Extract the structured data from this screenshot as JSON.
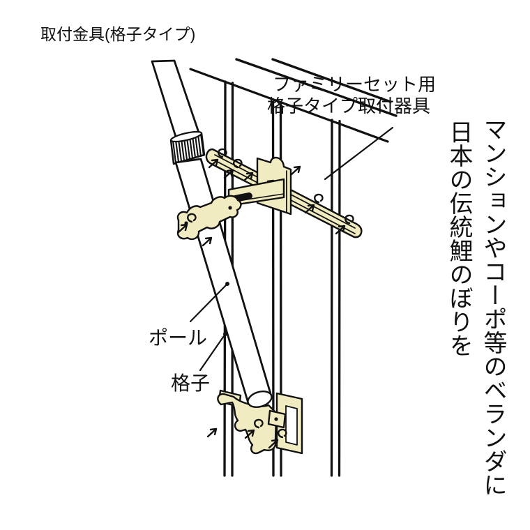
{
  "title": "取付金具(格子タイプ)",
  "diagram": {
    "labels": {
      "bracket_line1": "ファミリーセット用",
      "bracket_line2": "格子タイプ取付器具",
      "pole": "ポール",
      "lattice": "格子"
    },
    "parts": {
      "pole": "pole",
      "lattice_bars": "lattice-bars",
      "top_rail": "top-rail",
      "upper_bracket": "upper-bracket",
      "pole_clamp": "pole-clamp",
      "lower_bracket": "lower-bracket"
    },
    "colors": {
      "line": "#111111",
      "bracket_fill": "#F1EBC2",
      "pole_fill": "#ffffff",
      "background": "#ffffff"
    }
  },
  "caption_vertical": {
    "line1": "マンションやコーポ等のベランダに",
    "line2": "日本の伝統鯉のぼりを"
  }
}
